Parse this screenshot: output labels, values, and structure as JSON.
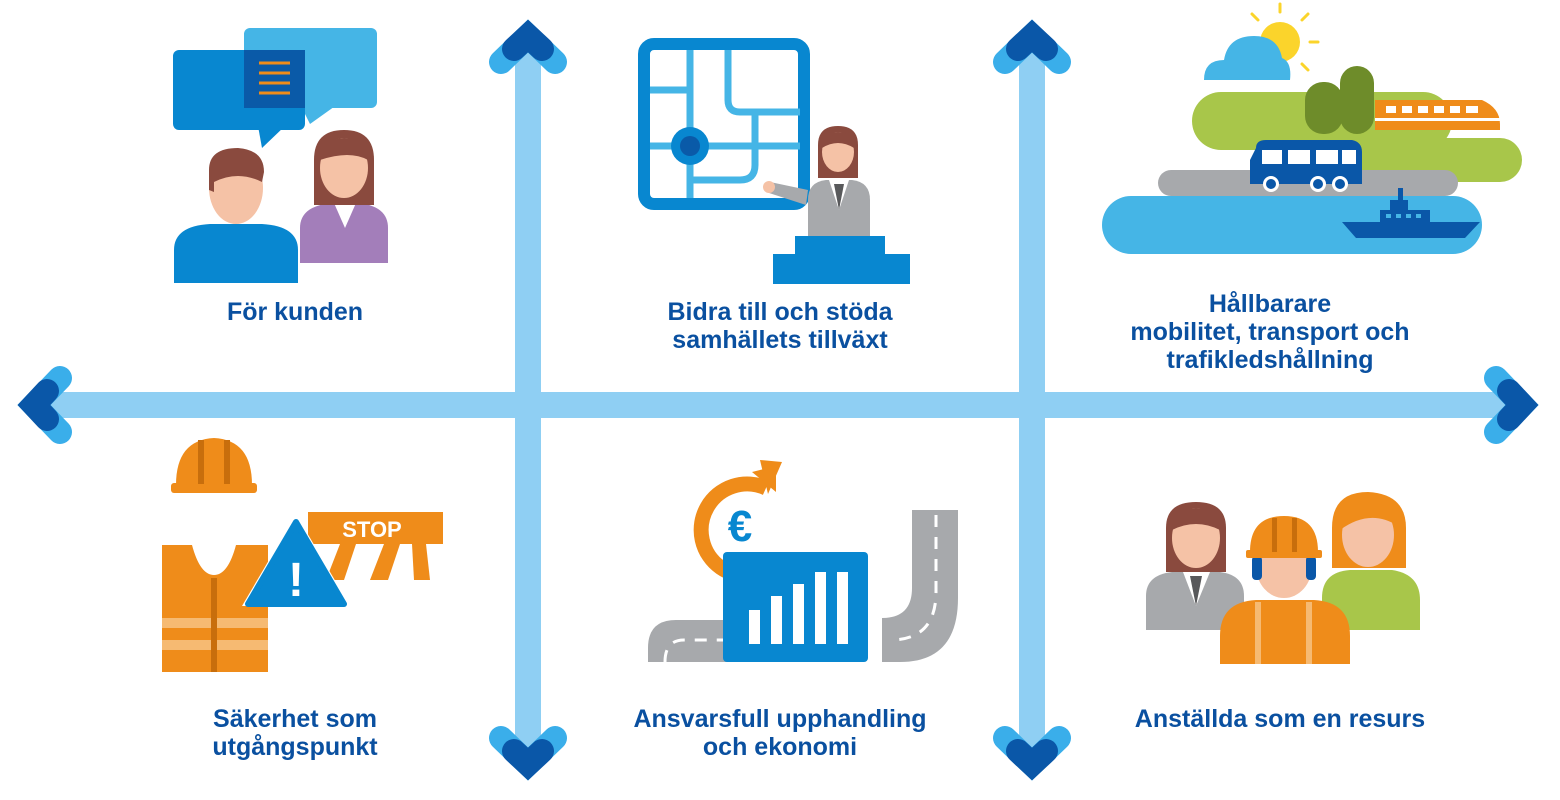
{
  "icon_texts": {
    "stop_sign": "STOP",
    "euro_symbol": "€",
    "warning_mark": "!"
  },
  "sections": [
    {
      "key": "customer",
      "icon": "customer-service-icon",
      "caption": "För kunden"
    },
    {
      "key": "society",
      "icon": "city-planning-icon",
      "caption": "Bidra till och stöda\nsamhällets tillväxt"
    },
    {
      "key": "sustainable",
      "icon": "transport-mobility-icon",
      "caption": "Hållbarare\nmobilitet, transport och\ntrafikledshållning"
    },
    {
      "key": "safety",
      "icon": "safety-equipment-icon",
      "caption": "Säkerhet som\nutgångspunkt"
    },
    {
      "key": "procurement",
      "icon": "procurement-economy-icon",
      "caption": "Ansvarsfull upphandling\noch ekonomi"
    },
    {
      "key": "employees",
      "icon": "employees-icon",
      "caption": "Anställda som en resurs"
    }
  ],
  "colors": {
    "caption": "#0a50a0",
    "axis": "#8fcff3",
    "arrow_light": "#3aaeea",
    "arrow_dark": "#0a57a8",
    "orange": "#ef8c1a",
    "blue": "#0887d0",
    "sky": "#45b5e6",
    "green": "#a8c64a",
    "purple": "#a37eba",
    "grey": "#a7a9ac"
  }
}
